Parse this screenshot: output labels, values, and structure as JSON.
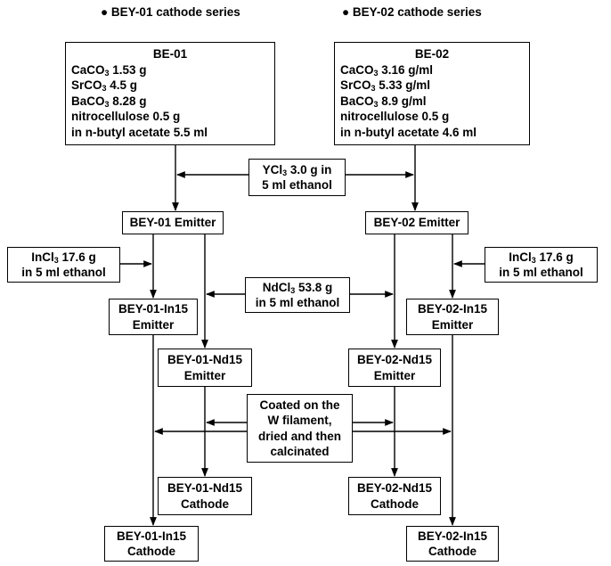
{
  "series_labels": {
    "left": "BEY-01 cathode series",
    "right": "BEY-02 cathode series"
  },
  "be01": {
    "title": "BE-01",
    "lines": [
      {
        "pre": "CaCO",
        "sub": "3",
        "post": " 1.53 g"
      },
      {
        "pre": "SrCO",
        "sub": "3",
        "post": " 4.5 g"
      },
      {
        "pre": "BaCO",
        "sub": "3",
        "post": " 8.28 g"
      },
      {
        "pre": "nitrocellulose 0.5 g",
        "sub": "",
        "post": ""
      },
      {
        "pre": "in n-butyl acetate 5.5 ml",
        "sub": "",
        "post": ""
      }
    ]
  },
  "be02": {
    "title": "BE-02",
    "lines": [
      {
        "pre": "CaCO",
        "sub": "3",
        "post": " 3.16 g/ml"
      },
      {
        "pre": "SrCO",
        "sub": "3",
        "post": " 5.33 g/ml"
      },
      {
        "pre": "BaCO",
        "sub": "3",
        "post": " 8.9 g/ml"
      },
      {
        "pre": "nitrocellulose 0.5 g",
        "sub": "",
        "post": ""
      },
      {
        "pre": "in n-butyl acetate 4.6 ml",
        "sub": "",
        "post": ""
      }
    ]
  },
  "ycl3": {
    "pre": "YCl",
    "sub": "3",
    "post": " 3.0 g in",
    "line2": "5 ml ethanol"
  },
  "incl3_left": {
    "pre": "InCl",
    "sub": "3",
    "post": " 17.6 g",
    "line2": "in 5 ml ethanol"
  },
  "incl3_right": {
    "pre": "InCl",
    "sub": "3",
    "post": " 17.6 g",
    "line2": "in 5 ml ethanol"
  },
  "ndcl3": {
    "pre": "NdCl",
    "sub": "3",
    "post": " 53.8 g",
    "line2": "in 5 ml ethanol"
  },
  "coating": [
    "Coated on the",
    "W filament,",
    "dried and then",
    "calcinated"
  ],
  "bey01_emitter": "BEY-01 Emitter",
  "bey02_emitter": "BEY-02 Emitter",
  "bey01_in15_emitter": [
    "BEY-01-In15",
    "Emitter"
  ],
  "bey02_in15_emitter": [
    "BEY-02-In15",
    "Emitter"
  ],
  "bey01_nd15_emitter": [
    "BEY-01-Nd15",
    "Emitter"
  ],
  "bey02_nd15_emitter": [
    "BEY-02-Nd15",
    "Emitter"
  ],
  "bey01_nd15_cathode": [
    "BEY-01-Nd15",
    "Cathode"
  ],
  "bey02_nd15_cathode": [
    "BEY-02-Nd15",
    "Cathode"
  ],
  "bey01_in15_cathode": [
    "BEY-01-In15",
    "Cathode"
  ],
  "bey02_in15_cathode": [
    "BEY-02-In15",
    "Cathode"
  ]
}
